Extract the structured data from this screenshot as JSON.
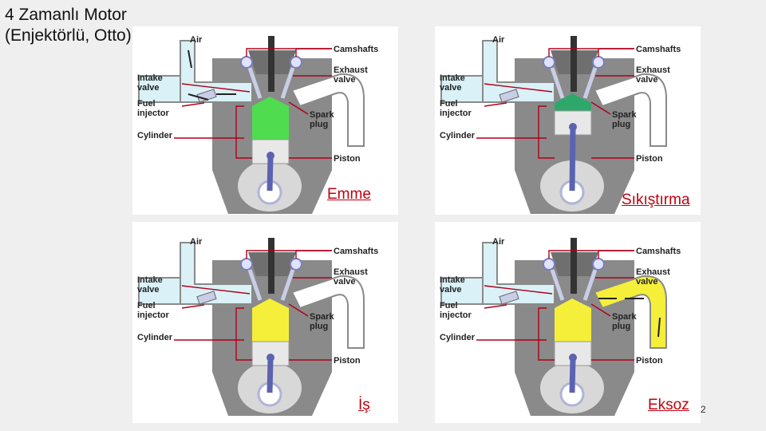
{
  "title": "4 Zamanlı Motor\n(Enjektörlü, Otto)",
  "page_number": "2",
  "common_labels": {
    "air": "Air",
    "camshafts": "Camshafts",
    "exhaust_valve_1": "Exhaust",
    "exhaust_valve_2": "valve",
    "intake_valve_1": "Intake",
    "intake_valve_2": "valve",
    "fuel_injector_1": "Fuel",
    "fuel_injector_2": "injector",
    "spark_plug_1": "Spark",
    "spark_plug_2": "plug",
    "cylinder": "Cylinder",
    "piston": "Piston"
  },
  "strokes": [
    {
      "label": "Emme",
      "chamber_color": "#4fdc4f",
      "intake_flow": true,
      "exhaust_flow": false
    },
    {
      "label": "Sıkıştırma",
      "chamber_color": "#2ea86a",
      "intake_flow": false,
      "exhaust_flow": false
    },
    {
      "label": "İş",
      "chamber_color": "#f5ef3a",
      "intake_flow": false,
      "exhaust_flow": false
    },
    {
      "label": "Eksoz",
      "chamber_color": "#f5ef3a",
      "intake_flow": false,
      "exhaust_flow": true
    }
  ],
  "colors": {
    "label_line": "#b0001a",
    "stroke_label": "#c0000f",
    "engine_body": "#8a8a8a",
    "intake_port": "#d9f1f7",
    "exhaust_fill": "#f5ef3a"
  }
}
